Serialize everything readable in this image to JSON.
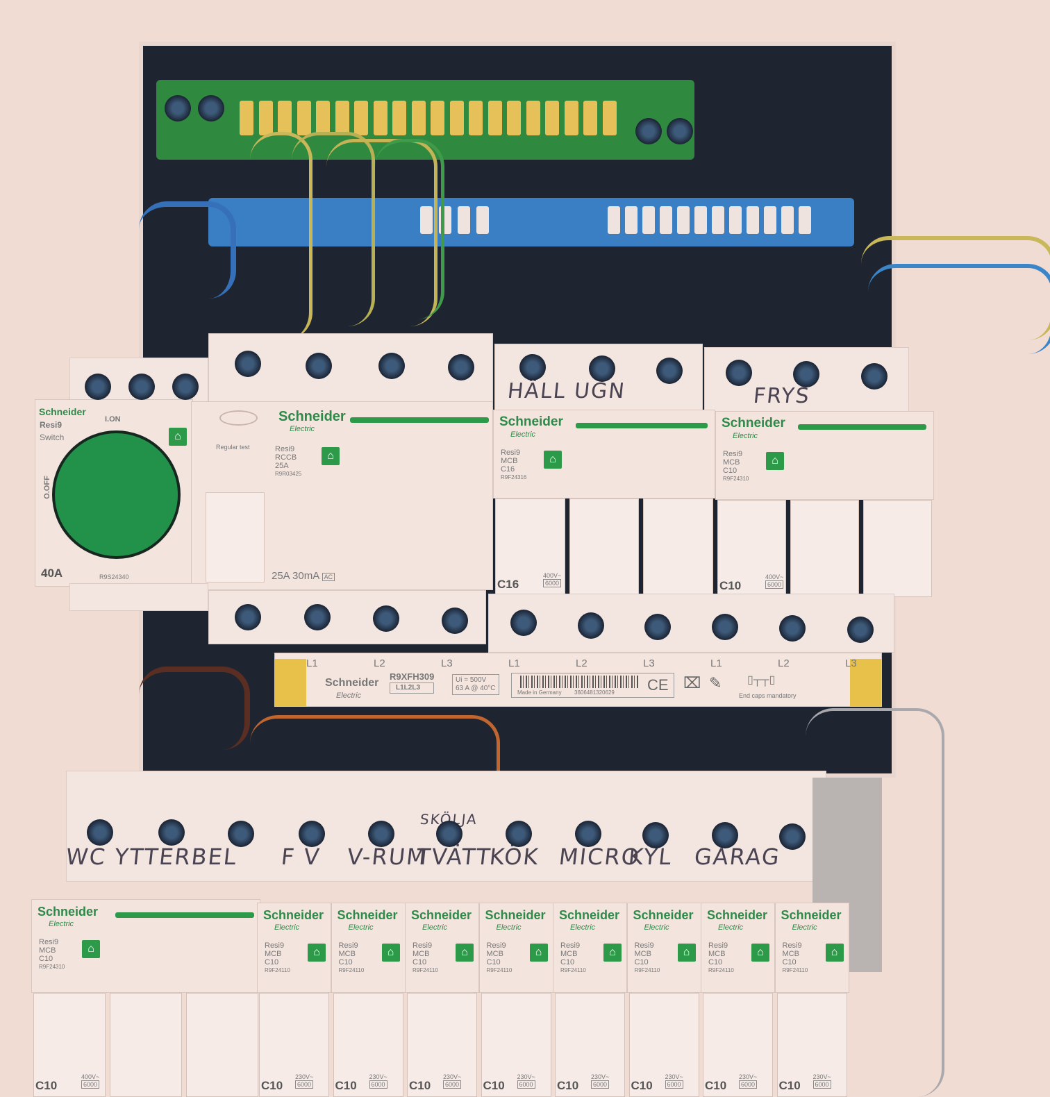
{
  "brand": {
    "name": "Schneider",
    "sub": "Electric",
    "series": "Resi9"
  },
  "colors": {
    "wall": "#f1dcd4",
    "brand_green": "#2d9a4a",
    "earth_bar": "#2f8a3f",
    "neutral_bar": "#3a7fc4",
    "busbar_caps": "#e8c14a"
  },
  "main_switch": {
    "type": "Switch",
    "on": "I.ON",
    "off": "O.OFF",
    "rating": "40A",
    "ref": "R9S24340"
  },
  "rccb": {
    "test_label": "Regular test",
    "type": "RCCB",
    "amps": "25A",
    "ref": "R9R03425",
    "rating_line": "25A  30mA",
    "class": "AC"
  },
  "mcb_top": [
    {
      "handwritten": "HÄLL UGN",
      "type": "MCB",
      "curve": "C16",
      "ref": "R9F24316",
      "rating": "C16",
      "voltage": "400V~",
      "breaking": "6000"
    },
    {
      "handwritten": "FRYS",
      "type": "MCB",
      "curve": "C10",
      "ref": "R9F24310",
      "rating": "C10",
      "voltage": "400V~",
      "breaking": "6000"
    }
  ],
  "busbar": {
    "phases": [
      "L1",
      "L2",
      "L3",
      "L1",
      "L2",
      "L3",
      "L1",
      "L2",
      "L3"
    ],
    "ref": "R9XFH309",
    "config": "L1L2L3",
    "ui": "Ui = 500V",
    "current": "63 A @ 40°C",
    "made_in": "Made in Germany",
    "barcode_number": "3606481320629",
    "ce": "CE",
    "note": "End caps mandatory"
  },
  "mcb_bottom": [
    {
      "handwritten": "WC  YTTERBEL",
      "type": "MCB",
      "curve": "C10",
      "ref": "R9F24310",
      "rating": "C10",
      "voltage": "400V~",
      "breaking": "6000"
    },
    {
      "handwritten": "F V",
      "type": "MCB",
      "curve": "C10",
      "ref": "R9F24110",
      "rating": "C10",
      "voltage": "230V~",
      "breaking": "6000"
    },
    {
      "handwritten": "V-RUM",
      "type": "MCB",
      "curve": "C10",
      "ref": "R9F24110",
      "rating": "C10",
      "voltage": "230V~",
      "breaking": "6000"
    },
    {
      "handwritten": "TVÄTT",
      "handwritten_top": "SKÖLJA",
      "type": "MCB",
      "curve": "C10",
      "ref": "R9F24110",
      "rating": "C10",
      "voltage": "230V~",
      "breaking": "6000"
    },
    {
      "handwritten": "KÖK",
      "type": "MCB",
      "curve": "C10",
      "ref": "R9F24110",
      "rating": "C10",
      "voltage": "230V~",
      "breaking": "6000"
    },
    {
      "handwritten": "MICRO",
      "type": "MCB",
      "curve": "C10",
      "ref": "R9F24110",
      "rating": "C10",
      "voltage": "230V~",
      "breaking": "6000"
    },
    {
      "handwritten": "KYL",
      "type": "MCB",
      "curve": "C10",
      "ref": "R9F24110",
      "rating": "C10",
      "voltage": "230V~",
      "breaking": "6000"
    },
    {
      "handwritten": "GARAG",
      "type": "MCB",
      "curve": "C10",
      "ref": "R9F24110",
      "rating": "C10",
      "voltage": "230V~",
      "breaking": "6000"
    },
    {
      "handwritten": "",
      "type": "MCB",
      "curve": "C10",
      "ref": "R9F24110",
      "rating": "C10",
      "voltage": "230V~",
      "breaking": "6000"
    }
  ]
}
